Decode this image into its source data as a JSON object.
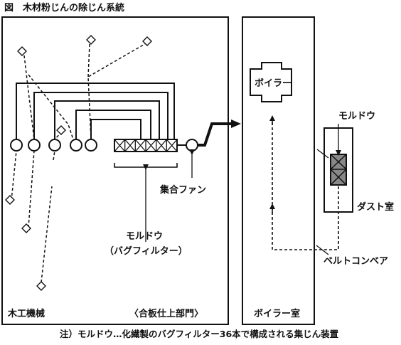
{
  "title": "図　木材粉じんの除じん系統",
  "labels": {
    "boiler": "ボイラー",
    "moldou_top": "モルドウ",
    "dust_room": "ダスト室",
    "collection_fan": "集合ファン",
    "moldou_main": "モルドウ",
    "bag_filter": "（バグフィルター）",
    "belt_conveyor": "ベルトコンベア",
    "woodworking_machines": "木工機械",
    "plywood_section": "〈合板仕上部門〉",
    "boiler_room": "ボイラー室"
  },
  "footnote": "注）モルドウ…化繊製のバグフィルター36本で構成される集じん装置"
}
